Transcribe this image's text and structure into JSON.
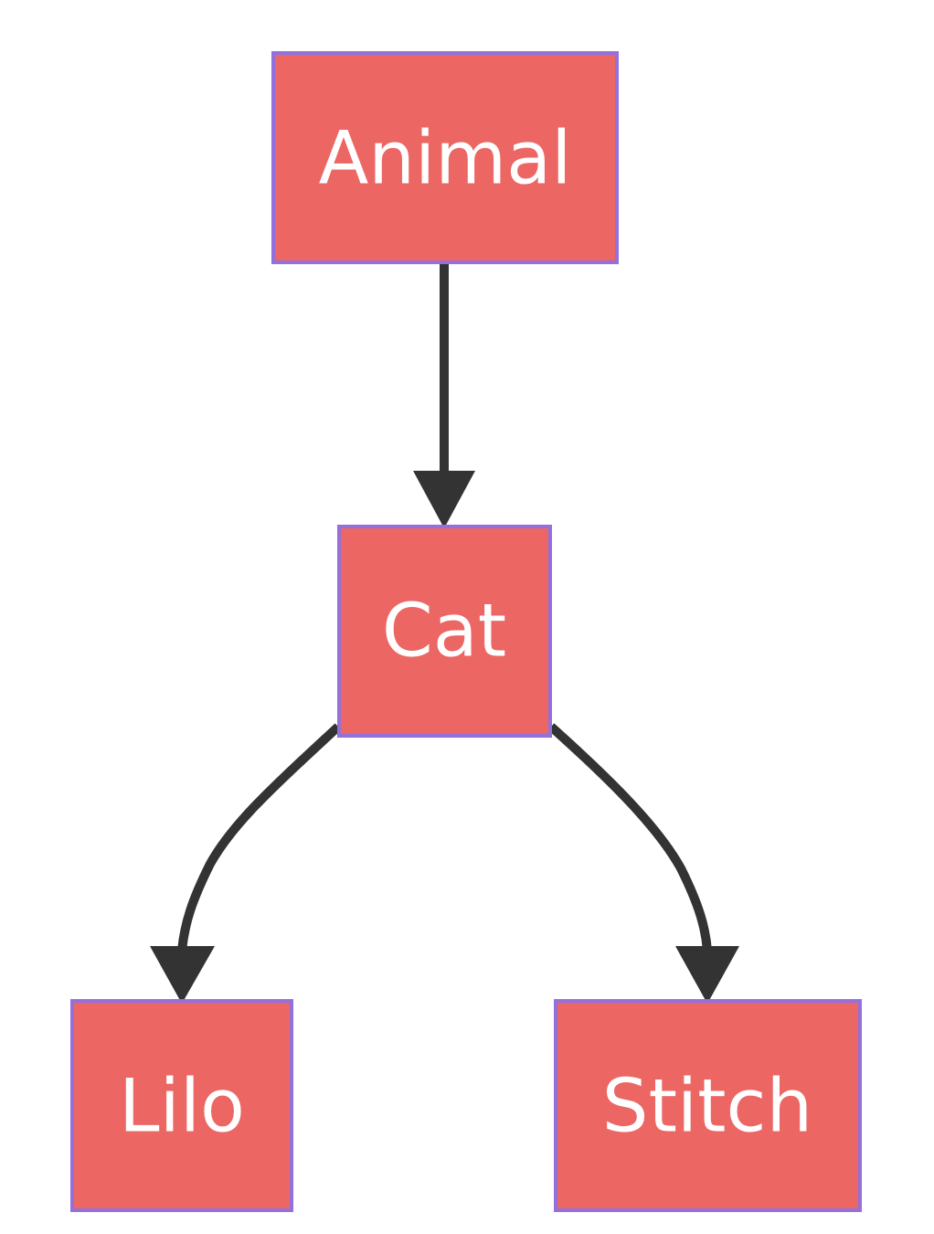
{
  "diagram": {
    "type": "flowchart",
    "direction": "top-down",
    "colors": {
      "node_fill": "#EC6664",
      "node_border": "#9370DB",
      "node_text": "#FFFFFF",
      "edge": "#333333",
      "background": "#FFFFFF"
    },
    "nodes": {
      "animal": "Animal",
      "cat": "Cat",
      "lilo": "Lilo",
      "stitch": "Stitch"
    },
    "edges": [
      {
        "from": "Animal",
        "to": "Cat"
      },
      {
        "from": "Cat",
        "to": "Lilo"
      },
      {
        "from": "Cat",
        "to": "Stitch"
      }
    ]
  }
}
